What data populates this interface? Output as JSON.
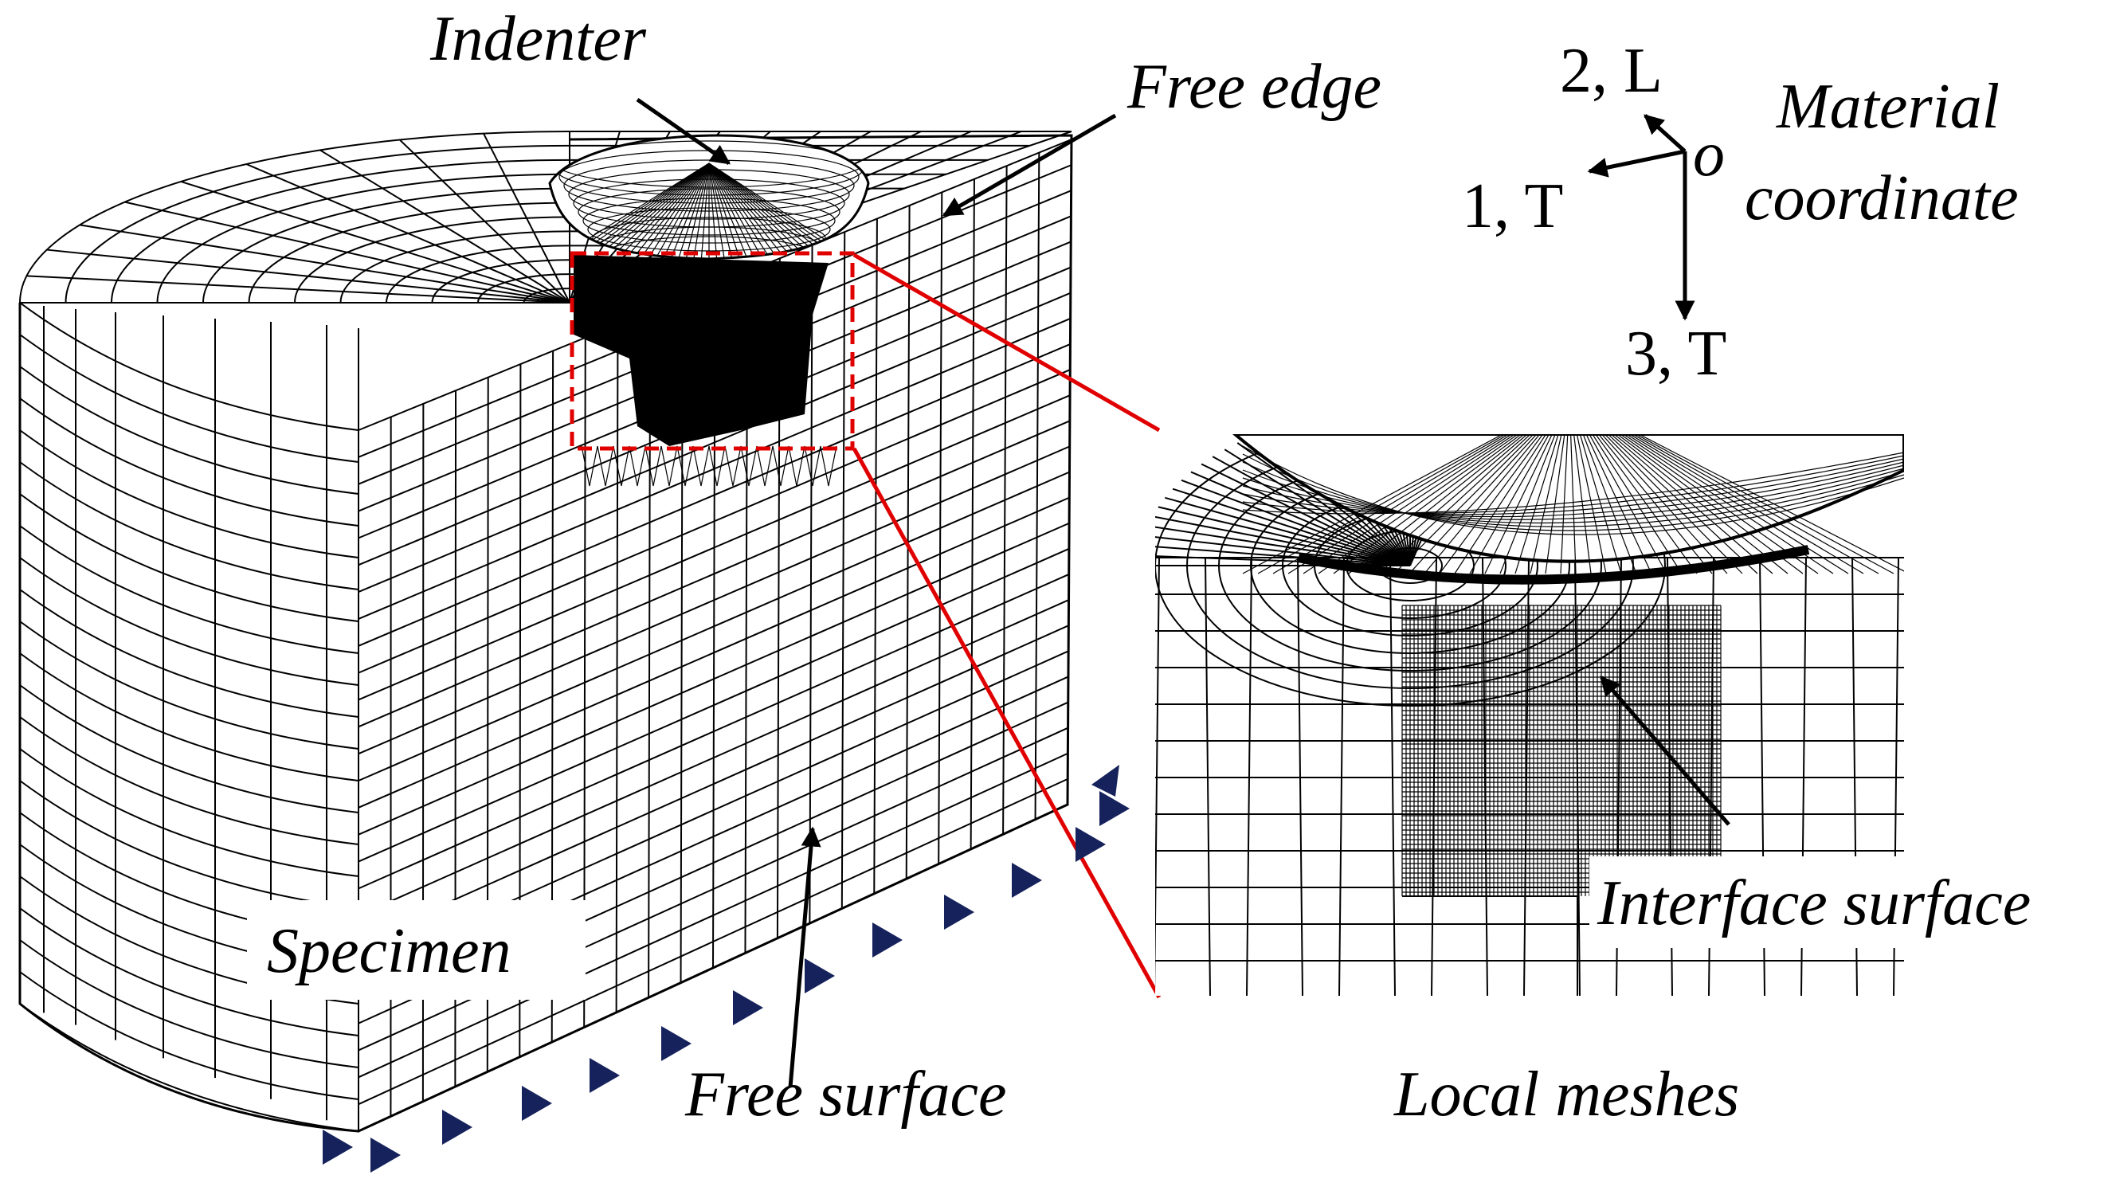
{
  "labels": {
    "indenter": "Indenter",
    "free_edge": "Free edge",
    "free_surface": "Free surface",
    "specimen": "Specimen",
    "local_meshes": "Local meshes",
    "interface_surface": "Interface surface",
    "material": "Material",
    "coordinate": "coordinate",
    "axis_2": "2, L",
    "axis_1": "1, T",
    "axis_3": "3, T",
    "origin": "o"
  },
  "colors": {
    "mesh": "#000000",
    "zoom_frame": "#e00000",
    "support_triangle": "#16225c"
  },
  "icons": [
    "boundary-support-triangle-icon",
    "axis-arrow-icon"
  ]
}
